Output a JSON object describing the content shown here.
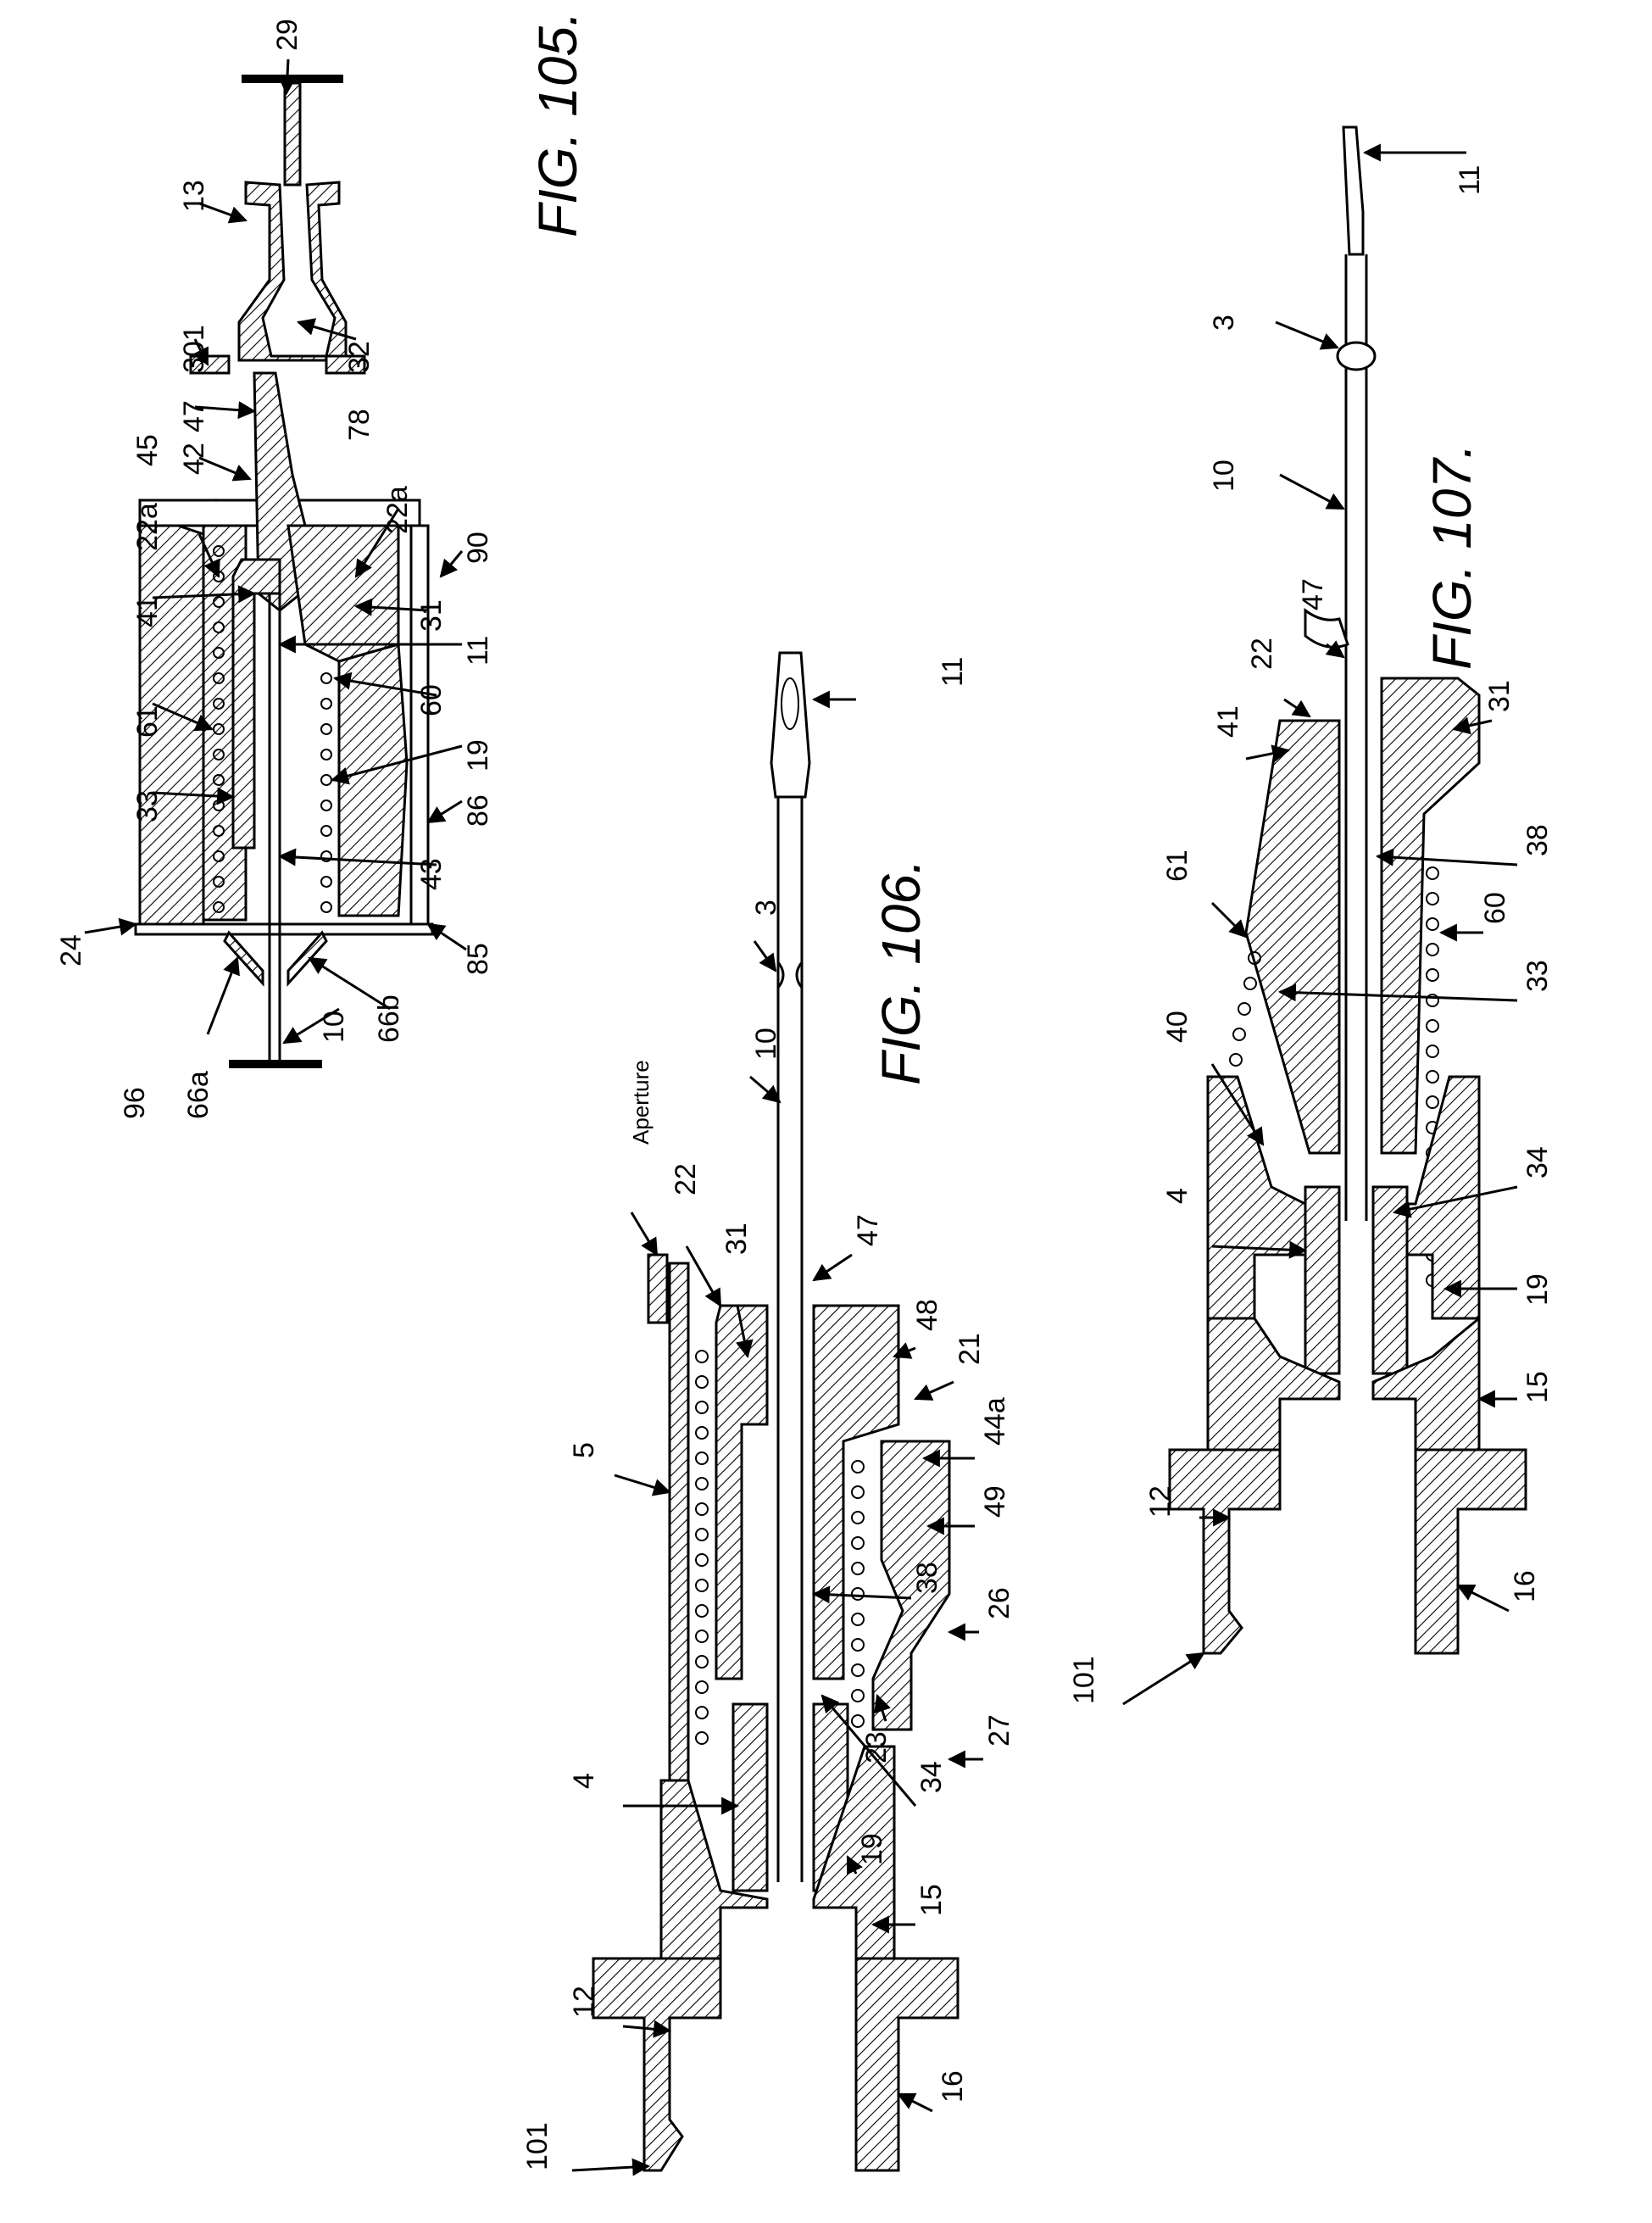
{
  "figures": {
    "fig105": {
      "caption": "FIG. 105.",
      "labels": [
        "29",
        "13",
        "301",
        "32",
        "47",
        "45",
        "42",
        "78",
        "22a",
        "22a",
        "41",
        "31",
        "90",
        "61",
        "60",
        "11",
        "33",
        "19",
        "86",
        "43",
        "24",
        "96",
        "66a",
        "10",
        "66b",
        "85"
      ]
    },
    "fig106": {
      "caption": "FIG. 106.",
      "labels": [
        "11",
        "3",
        "10",
        "47",
        "Aperture",
        "22",
        "31",
        "48",
        "21",
        "44a",
        "49",
        "5",
        "38",
        "26",
        "23",
        "27",
        "34",
        "4",
        "19",
        "15",
        "12",
        "16",
        "101"
      ]
    },
    "fig107": {
      "caption": "FIG. 107.",
      "labels": [
        "11",
        "3",
        "10",
        "47",
        "22",
        "41",
        "31",
        "61",
        "38",
        "60",
        "33",
        "40",
        "34",
        "4",
        "19",
        "15",
        "12",
        "16",
        "101"
      ]
    }
  },
  "colors": {
    "ink": "#000000",
    "paper": "#ffffff"
  }
}
